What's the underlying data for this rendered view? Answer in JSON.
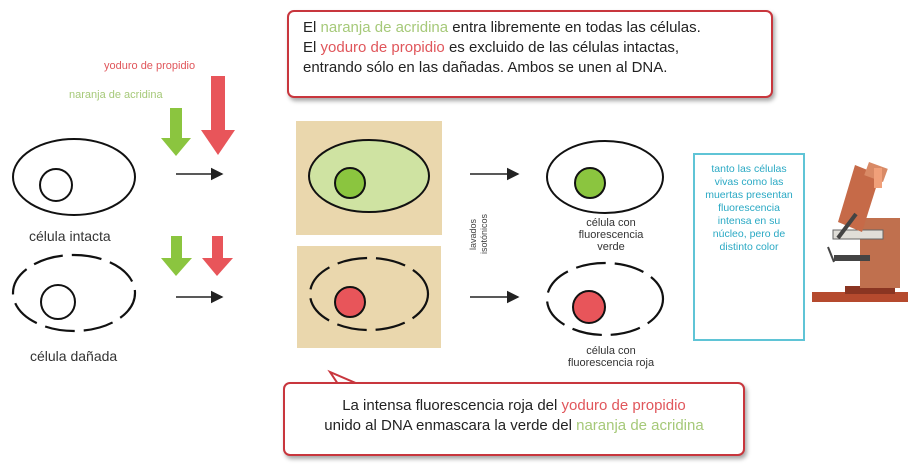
{
  "top_note": {
    "part1": "El ",
    "acridine": "naranja de acridina",
    "part2": " entra libremente en todas las células.",
    "part3": "El ",
    "propidium": "yoduro de propidio",
    "part4": " es excluido de las células intactas,",
    "part5": "entrando sólo en las dañadas. Ambos se unen al DNA."
  },
  "dye_labels": {
    "propidium": "yoduro de propidio",
    "acridine": "naranja de acridina"
  },
  "cells": {
    "intact_caption": "célula intacta",
    "damaged_caption": "célula dañada",
    "green_result_caption": "célula con fluorescencia verde",
    "red_result_caption": "célula con fluorescencia roja"
  },
  "lavado_label": "lavados isotónicos",
  "side_note": "tanto las células vivas como las muertas presentan fluorescencia intensa en su núcleo, pero de distinto color",
  "bottom_note": {
    "part1": "La intensa fluorescencia roja del ",
    "propidium": "yoduro de propidio",
    "part2": "unido al DNA enmascara la verde del ",
    "acridine": "naranja de acridina"
  },
  "colors": {
    "green": "#8bc53f",
    "red": "#e8555a",
    "panel": "#ead7ad",
    "border_red": "#c8363d",
    "cyan": "#5fc4d6"
  }
}
